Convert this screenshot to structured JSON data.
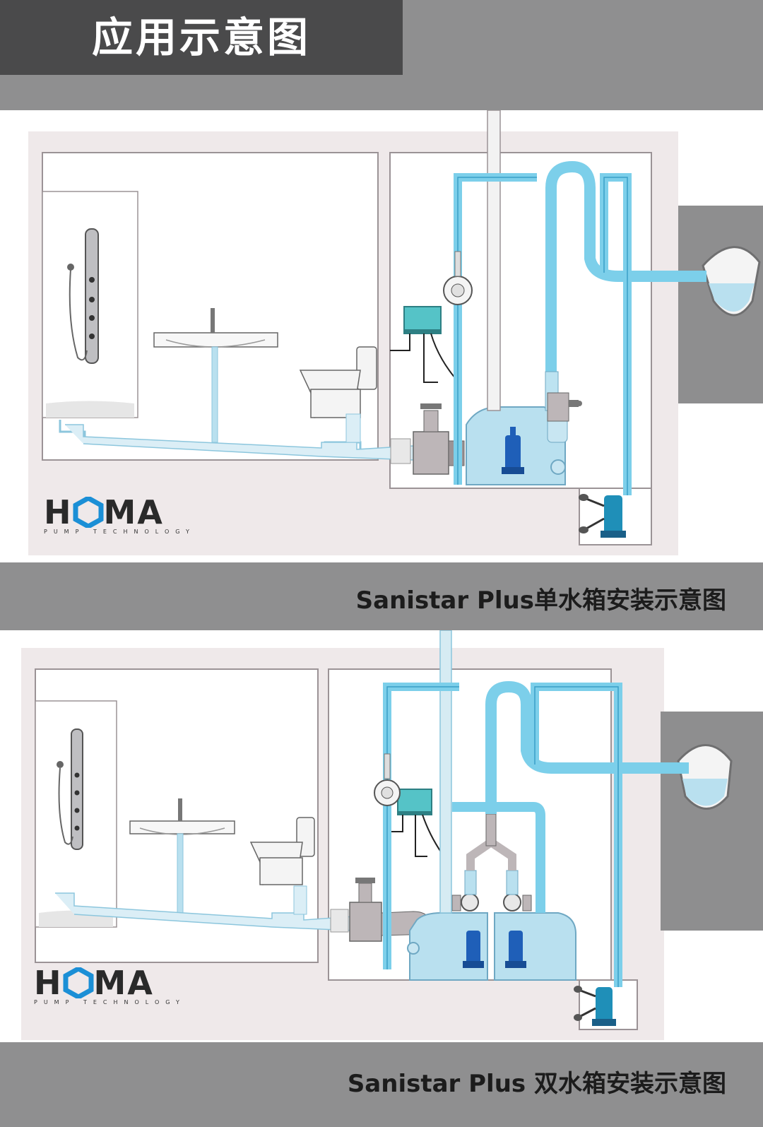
{
  "page_title": "应用示意图",
  "diagrams": [
    {
      "caption": "Sanistar Plus单水箱安装示意图",
      "logo": {
        "brand": "HOMA",
        "letters_left": "H",
        "letters_right": "MA",
        "tagline": "PUMP TECHNOLOGY"
      }
    },
    {
      "caption": "Sanistar Plus 双水箱安装示意图",
      "logo": {
        "brand": "HOMA",
        "letters_left": "H",
        "letters_right": "MA",
        "tagline": "PUMP TECHNOLOGY"
      }
    }
  ],
  "colors": {
    "title_bg": "#4a4a4b",
    "band_gray": "#8f8f90",
    "wall": "#d8d1d3",
    "pipe_blue": "#7ccfea",
    "pipe_blue_dark": "#3a9fc8",
    "tank_blue": "#b9e0ef",
    "pump_blue": "#1f5fb8",
    "floor_gray": "#c9c4c6",
    "logo_blue": "#1b8fd6"
  },
  "icons": [
    "shower-panel-icon",
    "washbasin-icon",
    "toilet-icon",
    "gate-valve-icon",
    "control-box-icon",
    "lifting-tank-icon",
    "submersible-pump-icon",
    "sump-pit-icon"
  ]
}
